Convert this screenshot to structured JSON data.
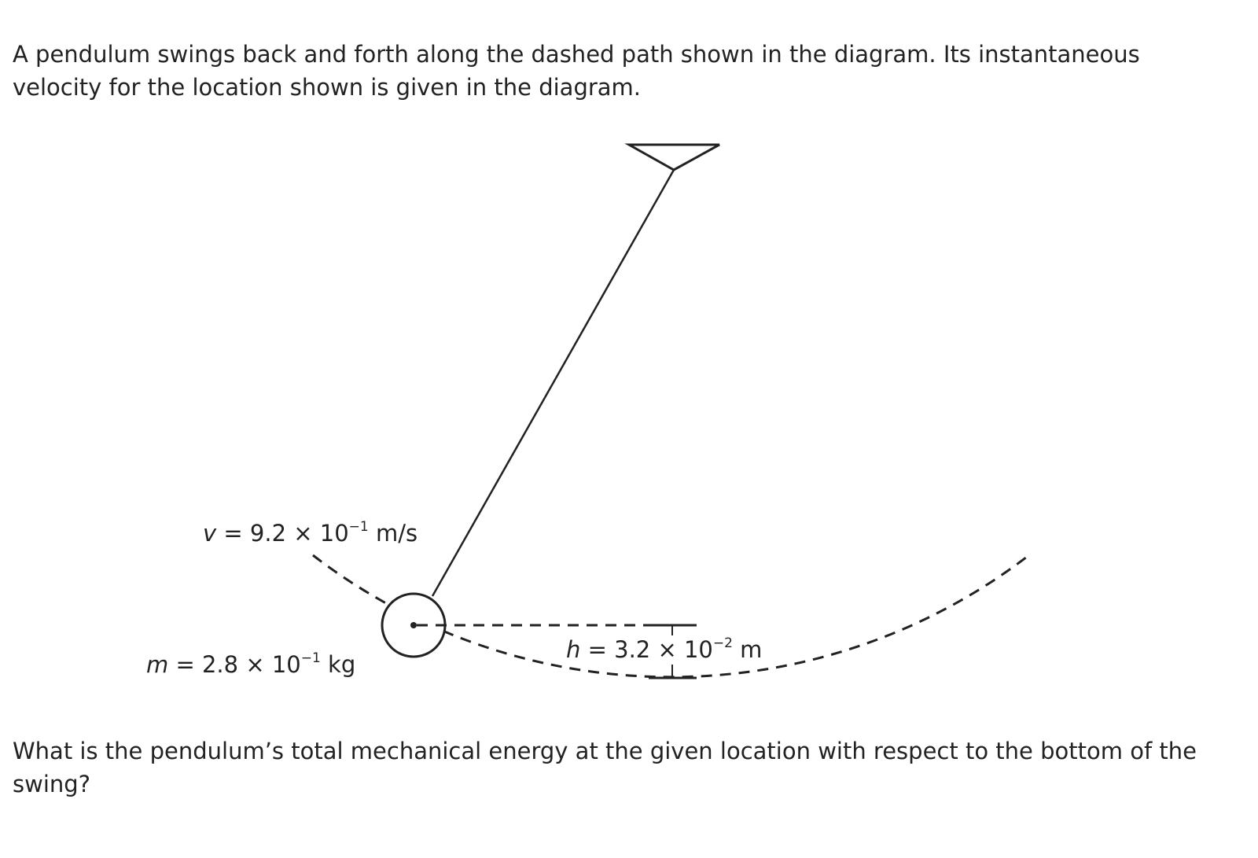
{
  "intro_text": "A pendulum swings back and forth along the dashed path shown in the diagram. Its instantaneous velocity for the location shown is given in the diagram.",
  "question_text": "What is the pendulum’s total mechanical energy at the given location with respect to the bottom of the swing?",
  "diagram": {
    "velocity": {
      "symbol": "v",
      "eq": " = 9.2 × 10",
      "exp": "−1",
      "unit": " m/s"
    },
    "mass": {
      "symbol": "m",
      "eq": " = 2.8 × 10",
      "exp": "−1",
      "unit": " kg"
    },
    "height": {
      "symbol": "h",
      "eq": " = 3.2 × 10",
      "exp": "−2",
      "unit": " m"
    }
  }
}
